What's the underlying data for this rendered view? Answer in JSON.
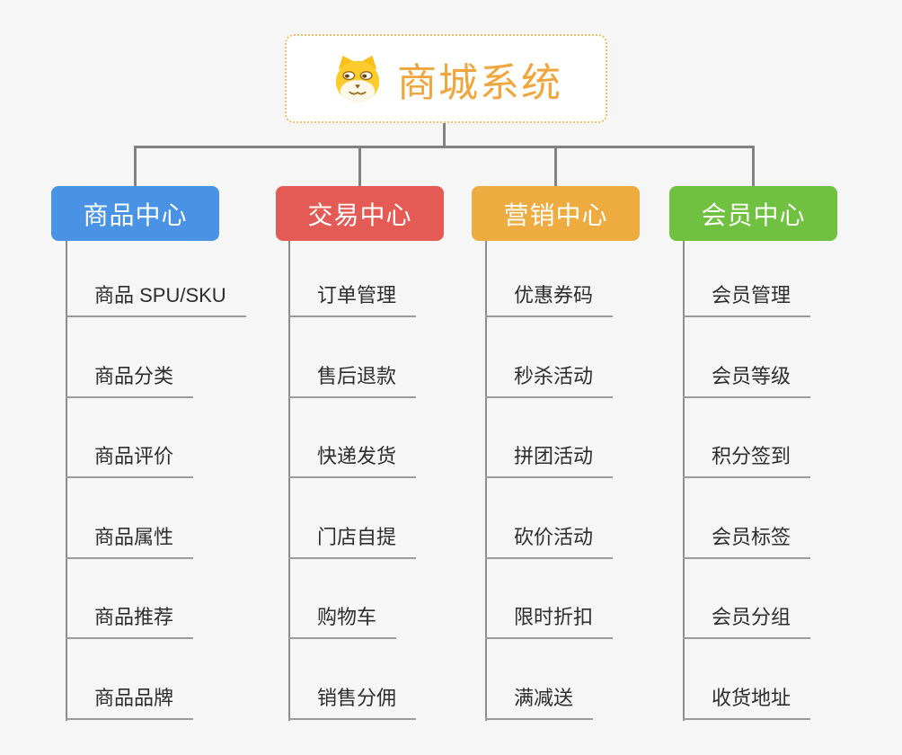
{
  "background_color": "#f6f6f6",
  "connector_color": "#828282",
  "root": {
    "title": "商城系统",
    "icon": "dog-face-icon",
    "title_color": "#f0a63c",
    "border_color": "#f2c063"
  },
  "branches": [
    {
      "label": "商品中心",
      "color": "#4992e4",
      "items": [
        "商品 SPU/SKU",
        "商品分类",
        "商品评价",
        "商品属性",
        "商品推荐",
        "商品品牌"
      ]
    },
    {
      "label": "交易中心",
      "color": "#e45b56",
      "items": [
        "订单管理",
        "售后退款",
        "快递发货",
        "门店自提",
        "购物车",
        "销售分佣"
      ]
    },
    {
      "label": "营销中心",
      "color": "#eeac40",
      "items": [
        "优惠券码",
        "秒杀活动",
        "拼团活动",
        "砍价活动",
        "限时折扣",
        "满减送"
      ]
    },
    {
      "label": "会员中心",
      "color": "#70c140",
      "items": [
        "会员管理",
        "会员等级",
        "积分签到",
        "会员标签",
        "会员分组",
        "收货地址"
      ]
    }
  ]
}
